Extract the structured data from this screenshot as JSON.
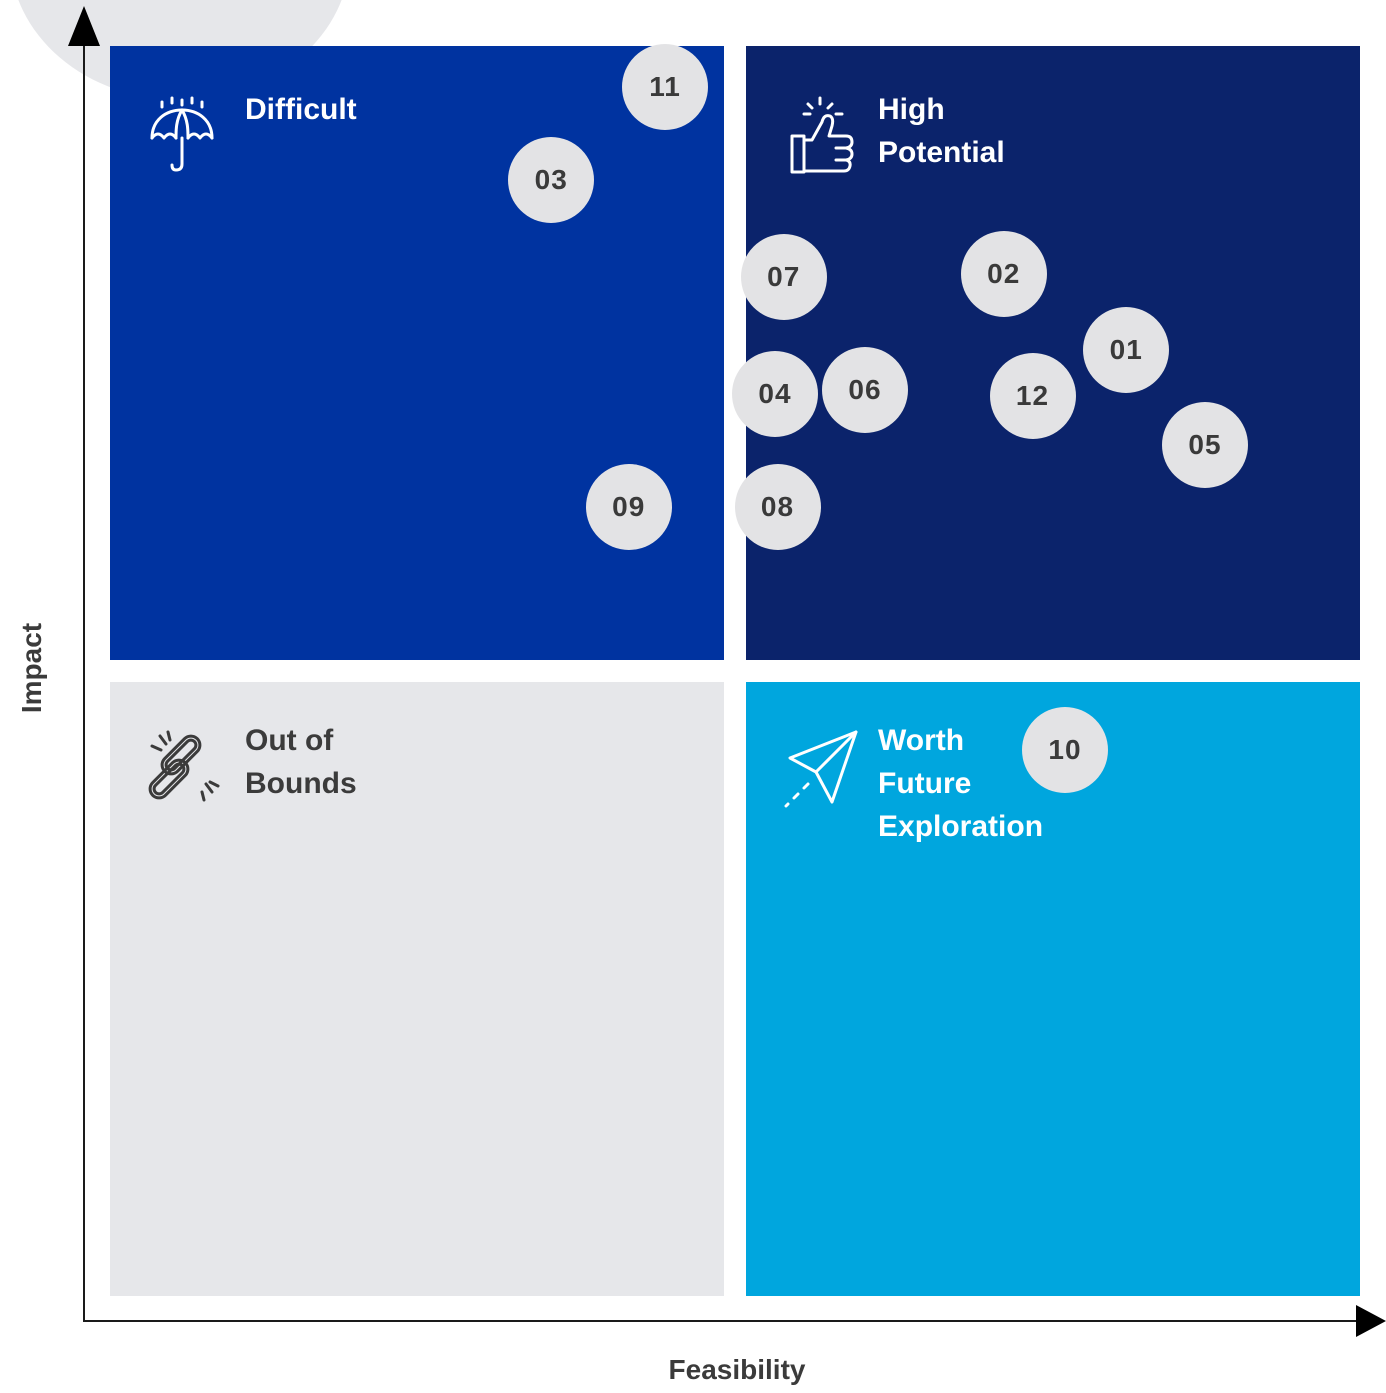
{
  "chart_data": {
    "type": "scatter",
    "xlabel": "Feasibility",
    "ylabel": "Impact",
    "quadrants": [
      {
        "key": "top-left",
        "label_lines": [
          "Difficult"
        ],
        "icon": "umbrella-icon",
        "color": "#0033a0"
      },
      {
        "key": "top-right",
        "label_lines": [
          "High",
          "Potential"
        ],
        "icon": "thumbs-up-icon",
        "color": "#0b236b"
      },
      {
        "key": "bottom-left",
        "label_lines": [
          "Out of",
          "Bounds"
        ],
        "icon": "broken-link-icon",
        "color": "#e6e7ea"
      },
      {
        "key": "bottom-right",
        "label_lines": [
          "Worth",
          "Future",
          "Exploration"
        ],
        "icon": "paper-plane-icon",
        "color": "#00a6de"
      }
    ],
    "points": [
      {
        "label": "01",
        "x": 0.813,
        "y": 0.757
      },
      {
        "label": "02",
        "x": 0.715,
        "y": 0.818
      },
      {
        "label": "03",
        "x": 0.353,
        "y": 0.893
      },
      {
        "label": "04",
        "x": 0.532,
        "y": 0.722
      },
      {
        "label": "05",
        "x": 0.876,
        "y": 0.681
      },
      {
        "label": "06",
        "x": 0.604,
        "y": 0.725
      },
      {
        "label": "07",
        "x": 0.539,
        "y": 0.815
      },
      {
        "label": "08",
        "x": 0.534,
        "y": 0.631
      },
      {
        "label": "09",
        "x": 0.415,
        "y": 0.631
      },
      {
        "label": "10",
        "x": 0.764,
        "y": 0.437
      },
      {
        "label": "11",
        "x": 0.444,
        "y": 0.967
      },
      {
        "label": "12",
        "x": 0.738,
        "y": 0.72
      }
    ]
  }
}
